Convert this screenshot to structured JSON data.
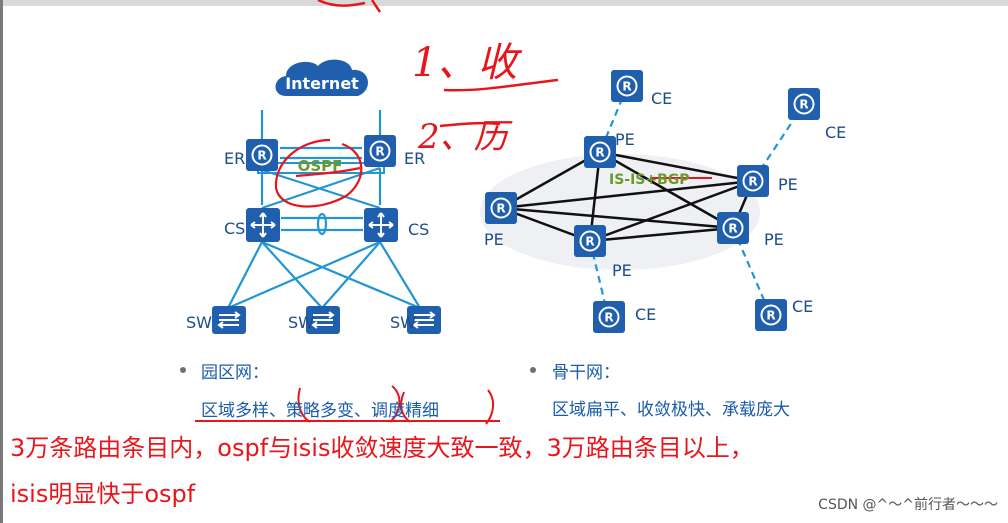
{
  "campus": {
    "cloud_label": "Internet",
    "er_label": "ER",
    "cs_label": "CS",
    "sw_label": "SW",
    "protocol_label": "OSPF",
    "heading": "园区网：",
    "features": [
      "区域多样",
      "、",
      "策略多变",
      "、",
      "调度精细"
    ]
  },
  "backbone": {
    "pe_label": "PE",
    "ce_label": "CE",
    "protocol_label": "IS-IS+BGP",
    "heading": "骨干网：",
    "features": "区域扁平、收敛极快、承载庞大"
  },
  "handwriting": {
    "item1": "1、收",
    "item2": "2、历"
  },
  "note": {
    "line1": "3万条路由条目内，ospf与isis收敛速度大致一致，3万路由条目以上，",
    "line2": "isis明显快于ospf"
  },
  "watermark": "CSDN @^～^前行者～～～",
  "colors": {
    "device_blue": "#1f5fae",
    "link_blue": "#2196d3",
    "annotation_red": "#e8161c",
    "protocol_green": "#6a9a2c"
  }
}
